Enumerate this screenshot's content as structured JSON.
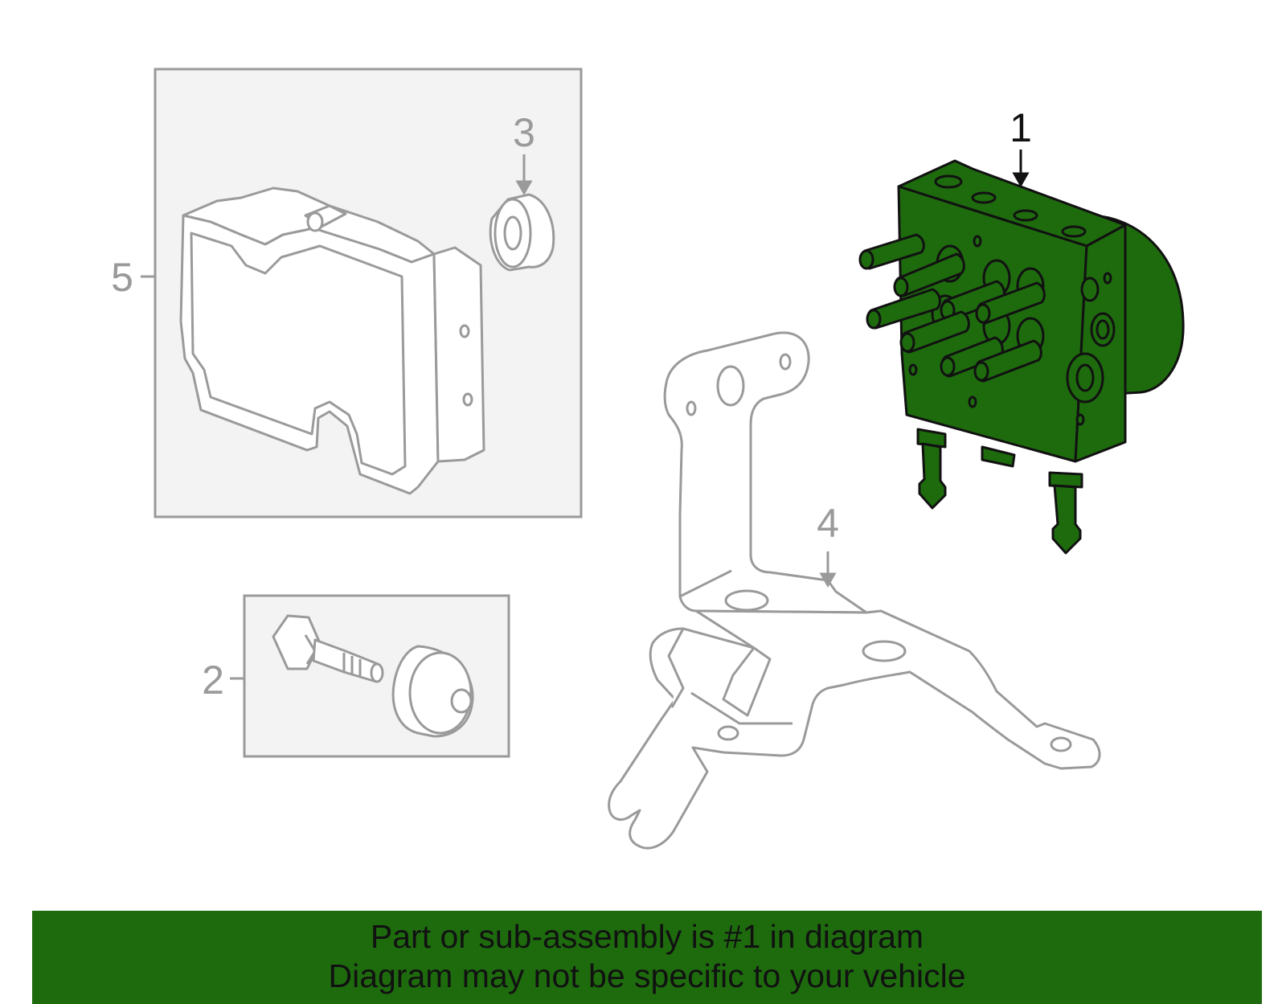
{
  "colors": {
    "highlight_fill": "#1e6b0e",
    "outline_dark": "#111111",
    "outline_grey": "#9a9a9a",
    "inset_background": "#f3f3f3",
    "banner_background": "#1e6b0e"
  },
  "callouts": {
    "part1": "1",
    "part2": "2",
    "part3": "3",
    "part4": "4",
    "part5": "5"
  },
  "banner": {
    "line1": "Part or sub-assembly is #1 in diagram",
    "line2": "Diagram may not be specific to your vehicle"
  }
}
